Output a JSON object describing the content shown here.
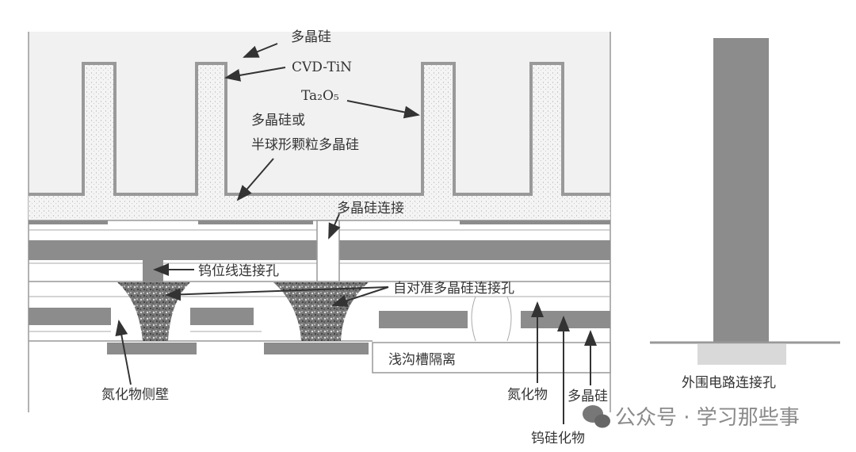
{
  "labels": {
    "polysilicon_top": "多晶硅",
    "cvd_tin": "CVD-TiN",
    "ta2o5": "Ta₂O₅",
    "poly_or_hsg_1": "多晶硅或",
    "poly_or_hsg_2": "半球形颗粒多晶硅",
    "poly_connect": "多晶硅连接",
    "w_bitline_contact": "钨位线连接孔",
    "self_aligned_poly_contact": "自对准多晶硅连接孔",
    "sti": "浅沟槽隔离",
    "nitride_sidewall": "氮化物侧壁",
    "nitride": "氮化物",
    "polysilicon_bottom": "多晶硅",
    "tungsten_silicide": "钨硅化物",
    "periphery_contact": "外围电路连接孔"
  },
  "watermark": {
    "icon": "wechat-icon",
    "text": "公众号 · 学习那些事"
  },
  "colors": {
    "dark_layer": "#8c8c8c",
    "outline": "#9a9a9a",
    "background_fill": "#f1f1f1"
  }
}
